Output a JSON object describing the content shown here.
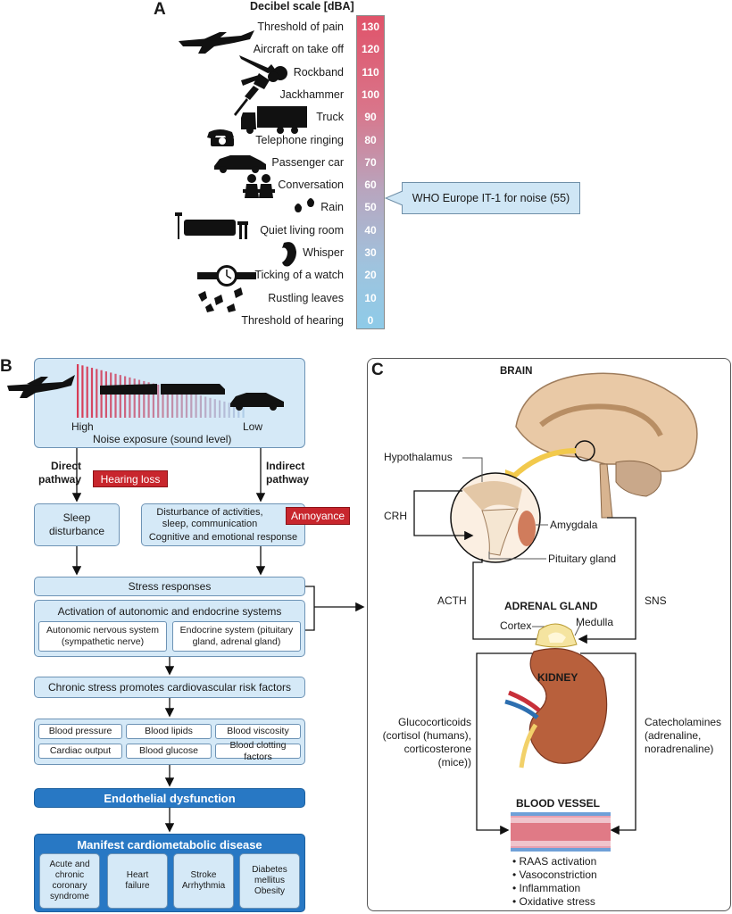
{
  "panel_a": {
    "letter": "A",
    "scale_title": "Decibel scale [dBA]",
    "levels": [
      {
        "value": "130",
        "label": "Threshold of pain",
        "icon": "threshold-of-pain"
      },
      {
        "value": "120",
        "label": "Aircraft on take off",
        "icon": "airplane-icon"
      },
      {
        "value": "110",
        "label": "Rockband",
        "icon": "guitar-icon"
      },
      {
        "value": "100",
        "label": "Jackhammer",
        "icon": "jackhammer-icon"
      },
      {
        "value": "90",
        "label": "Truck",
        "icon": "truck-icon"
      },
      {
        "value": "80",
        "label": "Telephone ringing",
        "icon": "telephone-icon"
      },
      {
        "value": "70",
        "label": "Passenger car",
        "icon": "car-icon"
      },
      {
        "value": "60",
        "label": "Conversation",
        "icon": "people-icon"
      },
      {
        "value": "50",
        "label": "Rain",
        "icon": "raindrops-icon"
      },
      {
        "value": "40",
        "label": "Quiet living room",
        "icon": "sofa-icon"
      },
      {
        "value": "30",
        "label": "Whisper",
        "icon": "ear-icon"
      },
      {
        "value": "20",
        "label": "Ticking of a watch",
        "icon": "watch-icon"
      },
      {
        "value": "10",
        "label": "Rustling leaves",
        "icon": "leaves-icon"
      },
      {
        "value": "0",
        "label": "Threshold of hearing",
        "icon": "threshold-of-hearing"
      }
    ],
    "who_callout": "WHO Europe IT-1 for noise (55)"
  },
  "panel_b": {
    "letter": "B",
    "exposure": {
      "high": "High",
      "low": "Low",
      "caption": "Noise exposure (sound level)"
    },
    "direct_pathway": "Direct\npathway",
    "indirect_pathway": "Indirect\npathway",
    "hearing_loss": "Hearing loss",
    "annoyance": "Annoyance",
    "sleep": "Sleep\ndisturbance",
    "disturbance": "Disturbance of activities,\nsleep, communication",
    "cognitive": "Cognitive and emotional response",
    "stress": "Stress responses",
    "activation": "Activation of autonomic and endocrine systems",
    "autonomic": "Autonomic nervous system\n(sympathetic nerve)",
    "endocrine": "Endocrine system (pituitary\ngland, adrenal gland)",
    "chronic": "Chronic stress promotes cardiovascular risk factors",
    "risk_factors": [
      "Blood pressure",
      "Blood lipids",
      "Blood viscosity",
      "Cardiac output",
      "Blood glucose",
      "Blood clotting factors"
    ],
    "endothelial": "Endothelial dysfunction",
    "manifest_title": "Manifest cardiometabolic disease",
    "diseases": [
      "Acute and\nchronic\ncoronary\nsyndrome",
      "Heart\nfailure",
      "Stroke\nArrhythmia",
      "Diabetes\nmellitus\nObesity"
    ]
  },
  "panel_c": {
    "letter": "C",
    "brain": "BRAIN",
    "hypothalamus": "Hypothalamus",
    "crh": "CRH",
    "amygdala": "Amygdala",
    "pituitary": "Pituitary gland",
    "acth": "ACTH",
    "sns": "SNS",
    "adrenal": "ADRENAL GLAND",
    "cortex": "Cortex",
    "medulla": "Medulla",
    "kidney": "KIDNEY",
    "glucocorticoids": "Glucocorticoids\n(cortisol (humans),\ncorticosterone\n(mice))",
    "catecholamines": "Catecholamines\n(adrenaline,\nnoradrenaline)",
    "blood_vessel": "BLOOD VESSEL",
    "effects": [
      "• RAAS activation",
      "• Vasoconstriction",
      "• Inflammation",
      "• Oxidative stress"
    ]
  },
  "colors": {
    "scale_top": "#e0536a",
    "scale_bottom": "#8ecbe8",
    "box_fill": "#d5e9f7",
    "dark_blue": "#2878c4",
    "red_tag": "#c8262d"
  }
}
